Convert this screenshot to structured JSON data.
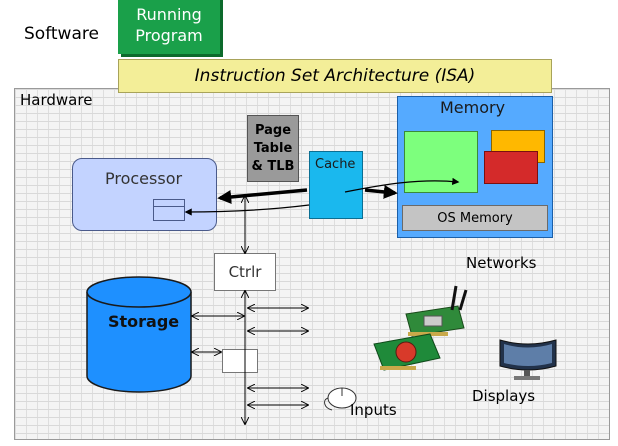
{
  "software_label": "Software",
  "running_program_line1": "Running",
  "running_program_line2": "Program",
  "isa_label": "Instruction Set Architecture (ISA)",
  "hardware_label": "Hardware",
  "memory_label": "Memory",
  "os_memory_label": "OS Memory",
  "page_table_line1": "Page",
  "page_table_line2": "Table",
  "page_table_line3": "& TLB",
  "cache_label": "Cache",
  "processor_label": "Processor",
  "ctrlr_label": "Ctrlr",
  "storage_label": "Storage",
  "networks_label": "Networks",
  "displays_label": "Displays",
  "inputs_label": "Inputs",
  "colors": {
    "running_program": "#1aa04a",
    "isa": "#f3ee98",
    "memory": "#55aaff",
    "memory_block_green": "#7dff7d",
    "memory_block_orange": "#ffb800",
    "memory_block_red": "#d42a2a",
    "os_memory": "#c4c4c4",
    "cache": "#1ab8ee",
    "page_table": "#9a9a9a",
    "processor": "#c3d3ff",
    "storage": "#1e90ff"
  }
}
